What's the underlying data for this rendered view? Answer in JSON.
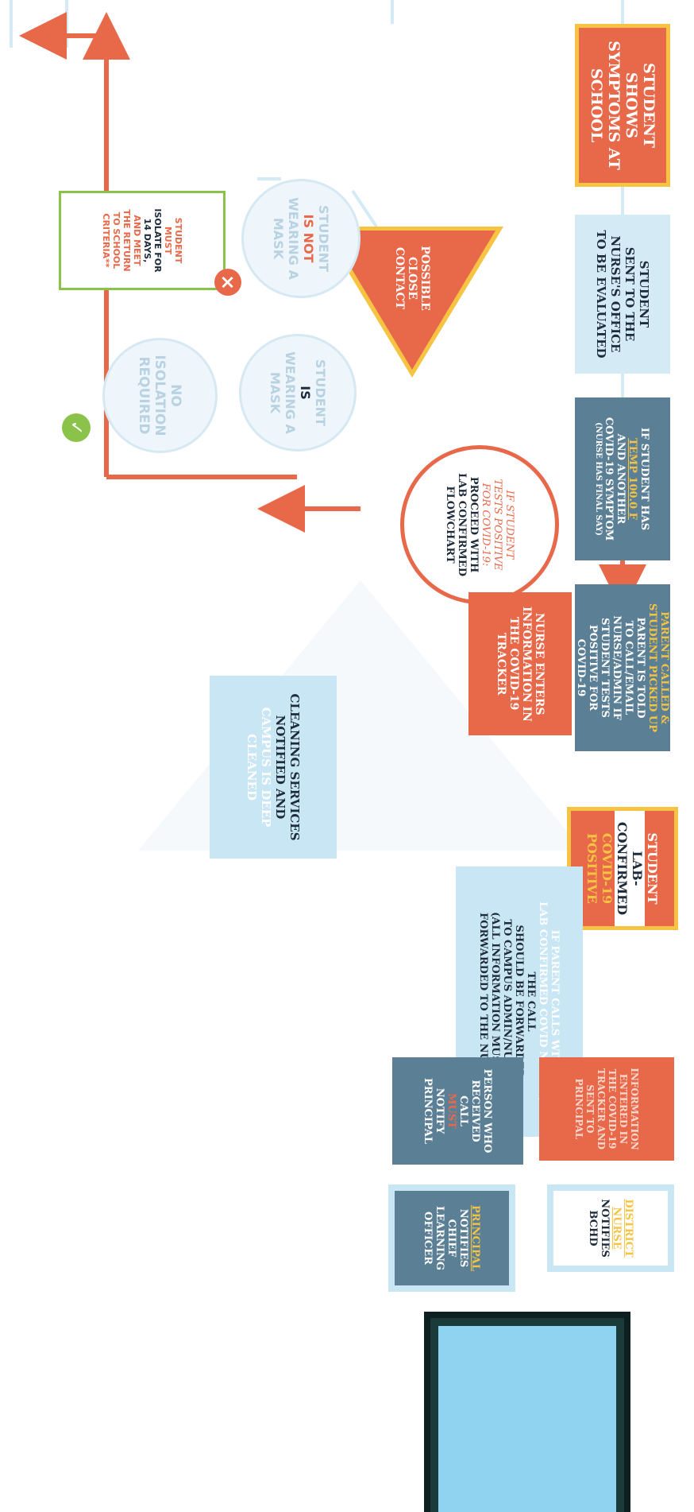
{
  "colors": {
    "red": "#e8684a",
    "yellow": "#f6c342",
    "slate": "#5b7f95",
    "light_blue": "#d4ebf6",
    "sky": "#c9e6f4",
    "navy": "#1e2b3a",
    "green": "#8bc34a",
    "faded": "#b8d2e2"
  },
  "top_row": {
    "shows": {
      "line1": "STUDENT SHOWS",
      "line2": "SYMPTOMS AT",
      "line3": "SCHOOL"
    },
    "sent": {
      "line1": "STUDENT",
      "line2": "SENT TO THE",
      "line3": "NURSE'S OFFICE",
      "line4": "TO BE EVALUATED"
    },
    "temp": {
      "prefix": "IF STUDENT HAS",
      "temp": "TEMP 100.0 F",
      "line3": "AND ANOTHER",
      "line4": "COVID-19 SYMPTOM",
      "note": "(NURSE HAS FINAL SAY)"
    },
    "parent": {
      "heading1": "PARENT CALLED &",
      "heading2": "STUDENT PICKED UP",
      "line1": "PARENT IS TOLD",
      "line2": "TO CALL/EMAIL",
      "line3": "NURSE/ADMIN IF",
      "line4": "STUDENT TESTS",
      "line5": "POSITIVE FOR",
      "line6": "COVID-19"
    },
    "nurse": {
      "line1": "NURSE ENTERS",
      "line2": "INFORMATION IN",
      "line3": "THE COVID-19",
      "line4": "TRACKER"
    }
  },
  "close_contact": {
    "triangle": {
      "line1": "POSSIBLE",
      "line2": "CLOSE",
      "line3": "CONTACT"
    },
    "not_mask": {
      "l1": "STUDENT",
      "l2": "IS NOT",
      "l3": "WEARING A",
      "l4": "MASK"
    },
    "mask": {
      "l1": "STUDENT",
      "l2": "IS",
      "l3": "WEARING A",
      "l4": "MASK"
    },
    "isolate": {
      "l1": "STUDENT",
      "l2": "MUST",
      "l3": "ISOLATE FOR",
      "l4": "14 DAYS,",
      "l5": "AND MEET",
      "l6": "THE RETURN",
      "l7": "TO SCHOOL",
      "l8": "CRITERIA**"
    },
    "no_isolation": {
      "l1": "NO",
      "l2": "ISOLATION",
      "l3": "REQUIRED"
    }
  },
  "tests_positive": {
    "l1": "IF STUDENT",
    "l2": "TESTS POSITIVE",
    "l3": "FOR COVID-19:",
    "l4": "PROCEED WITH",
    "l5": "LAB CONFIRMED",
    "l6": "FLOWCHART"
  },
  "lab": {
    "confirmed": {
      "l1": "STUDENT",
      "l2": "LAB-CONFIRMED",
      "l3": "COVID-19",
      "l4": "POSITIVE"
    },
    "parent_calls": {
      "l1": "IF PARENT CALLS WITH",
      "l2": "LAB CONFIRMED COVID NOTICE,",
      "l3": "THE CALL",
      "l4": "SHOULD BE FORWARDED",
      "l5": "TO CAMPUS ADMIN/NURSE",
      "l6": "(ALL INFORMATION MUST BE",
      "l7": "FORWARDED TO THE NURSE)"
    },
    "cleaning": {
      "l1": "CLEANING SERVICES",
      "l2": "NOTIFIED AND",
      "l3": "CAMPUS IS DEEP",
      "l4": "CLEANED"
    },
    "info": {
      "l1": "INFORMATION",
      "l2": "ENTERED IN",
      "l3": "THE COVID-19",
      "l4": "TRACKER AND",
      "l5": "SENT TO",
      "l6": "PRINCIPAL"
    },
    "person": {
      "l1": "PERSON WHO",
      "l2": "RECEIVED",
      "l3": "CALL",
      "l3b": "MUST",
      "l4": "NOTIFY",
      "l5": "PRINCIPAL"
    },
    "district": {
      "l1": "DISTRICT",
      "l2": "NURSE",
      "l3": "NOTIFIES",
      "l4": "BCHD"
    },
    "principal": {
      "l1": "PRINCIPAL",
      "l2": "NOTIFIES",
      "l3": "CHIEF",
      "l4": "LEARNING",
      "l5": "OFFICER"
    }
  }
}
